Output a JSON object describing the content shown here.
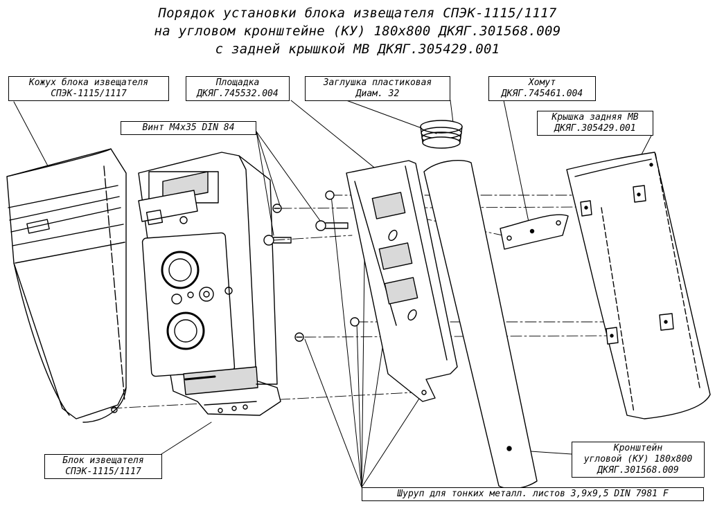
{
  "title": {
    "line1": "Порядок установки блока извещателя СПЭК-1115/1117",
    "line2": "на угловом кронштейне (КУ) 180х800 ДКЯГ.301568.009",
    "line3": "с задней крышкой МВ ДКЯГ.305429.001"
  },
  "labels": {
    "casing_l1": "Кожух блока извещателя",
    "casing_l2": "СПЭК-1115/1117",
    "plate_l1": "Площадка",
    "plate_l2": "ДКЯГ.745532.004",
    "plug_l1": "Заглушка пластиковая",
    "plug_l2": "Диам. 32",
    "clamp_l1": "Хомут",
    "clamp_l2": "ДКЯГ.745461.004",
    "cover_l1": "Крышка задняя МВ",
    "cover_l2": "ДКЯГ.305429.001",
    "screw": "Винт  М4х35  DIN 84",
    "unit_l1": "Блок извещателя",
    "unit_l2": "СПЭК-1115/1117",
    "bracket_l1": "Кронштейн",
    "bracket_l2": "угловой (КУ) 180х800",
    "bracket_l3": "ДКЯГ.301568.009",
    "selftap": "Шуруп для тонких металл. листов  3,9х9,5  DIN 7981 F"
  },
  "colors": {
    "ink": "#000000",
    "paper": "#ffffff",
    "shade": "#d9d9d9"
  }
}
